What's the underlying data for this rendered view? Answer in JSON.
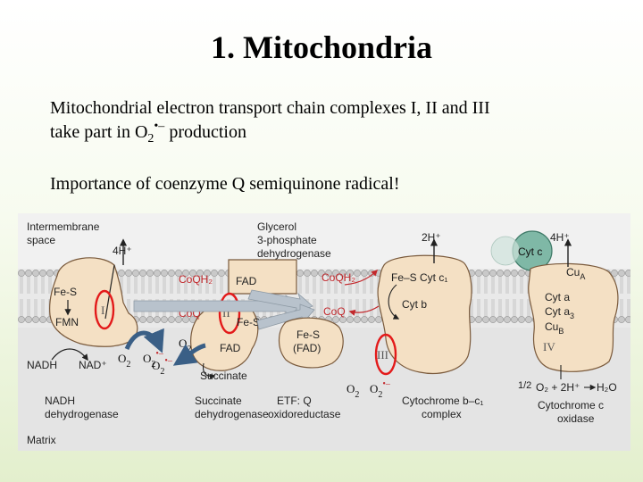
{
  "title": "1. Mitochondria",
  "paragraph1": {
    "line1": "Mitochondrial electron transport chain complexes I, II and III",
    "line2_pre": "take part in O",
    "line2_sub": "2",
    "line2_sup": "•–",
    "line2_post": " production"
  },
  "paragraph2": "Importance of coenzyme Q semiquinone radical!",
  "diagram": {
    "regions": {
      "intermembrane_line1": "Intermembrane",
      "intermembrane_line2": "space",
      "matrix": "Matrix"
    },
    "protons": {
      "complex1": "4H⁺",
      "complex3": "2H⁺",
      "complex4": "4H⁺"
    },
    "complex1": {
      "fes": "Fe-S",
      "fmn": "FMN",
      "nadh": "NADH",
      "nad": "NAD⁺",
      "name_line1": "NADH",
      "name_line2": "dehydrogenase",
      "roman": "I"
    },
    "glycerol": {
      "line1": "Glycerol",
      "line2": "3-phosphate",
      "line3": "dehydrogenase",
      "fad": "FAD"
    },
    "complex2": {
      "coqh2": "CoQH₂",
      "coq": "CoQ",
      "fes": "Fe-S",
      "fad": "FAD",
      "succinate": "Succinate",
      "name_line1": "Succinate",
      "name_line2": "dehydrogenase",
      "roman": "II"
    },
    "etf": {
      "coqh2": "CoQH₂",
      "coq": "CoQ",
      "fes_line1": "Fe-S",
      "fes_line2": "(FAD)",
      "name_line1": "ETF: Q",
      "name_line2": "oxidoreductase"
    },
    "complex3": {
      "fes_cytc1": "Fe–S Cyt c₁",
      "cytb": "Cyt b",
      "name_line1": "Cytochrome b–c₁",
      "name_line2": "complex",
      "roman": "III"
    },
    "cytc": "Cyt c",
    "complex4": {
      "cua": "Cu",
      "cua_sub": "A",
      "cyta": "Cyt a",
      "cyta3": "Cyt a",
      "cyta3_sub": "3",
      "cub": "Cu",
      "cub_sub": "B",
      "reaction_half": "1/2",
      "reaction_o2": "O₂ + 2H⁺",
      "reaction_water": "H₂O",
      "name_line1": "Cytochrome c",
      "name_line2": "oxidase",
      "roman": "IV"
    },
    "superoxide": {
      "o2": "O",
      "o2_sub": "2",
      "radical": "•–"
    },
    "colors": {
      "protein": "#f4e0c4",
      "protein_stroke": "#7a5a3c",
      "membrane_head": "#c9c9c9",
      "coq_red": "#c2282c",
      "highlight_red": "#e31a1a",
      "arrow_blue": "#3a5f86",
      "grey_arrow": "#b8c2cc",
      "cytc_green": "#7fb8a6"
    }
  }
}
